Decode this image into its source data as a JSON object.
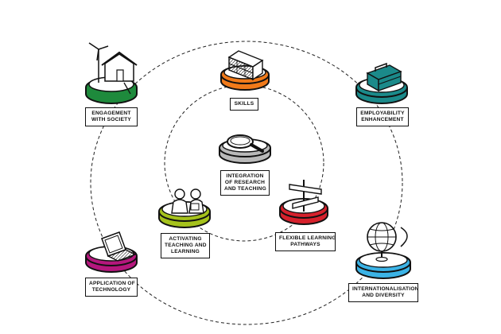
{
  "diagram": {
    "outer_ring": "dashed",
    "inner_ring": "dashed",
    "nodes": [
      {
        "id": "engagement",
        "icon": "house-wind-turbine-icon",
        "color": "#1e8a3c",
        "lines": [
          "ENGAGEMENT",
          "WITH SOCIETY"
        ]
      },
      {
        "id": "skills",
        "icon": "building-blocks-icon",
        "color": "#f07a1a",
        "lines": [
          "SKILLS"
        ]
      },
      {
        "id": "employability",
        "icon": "briefcase-icon",
        "color": "#1b8a8a",
        "lines": [
          "EMPLOYABILITY",
          "ENHANCEMENT"
        ]
      },
      {
        "id": "integration",
        "icon": "magnifier-icon",
        "color": "#b9b9b9",
        "lines": [
          "INTEGRATION",
          "OF RESEARCH",
          "AND TEACHING"
        ]
      },
      {
        "id": "activating",
        "icon": "people-icon",
        "color": "#a5c21c",
        "lines": [
          "ACTIVATING",
          "TEACHING AND",
          "LEARNING"
        ]
      },
      {
        "id": "flexible",
        "icon": "signpost-icon",
        "color": "#d6212c",
        "lines": [
          "FLEXIBLE LEARNING",
          "PATHWAYS"
        ]
      },
      {
        "id": "technology",
        "icon": "laptop-icon",
        "color": "#b5177d",
        "lines": [
          "APPLICATION OF",
          "TECHNOLOGY"
        ]
      },
      {
        "id": "internationalisation",
        "icon": "globe-icon",
        "color": "#3bb3e6",
        "lines": [
          "INTERNATIONALISATION",
          "AND DIVERSITY"
        ]
      }
    ]
  }
}
